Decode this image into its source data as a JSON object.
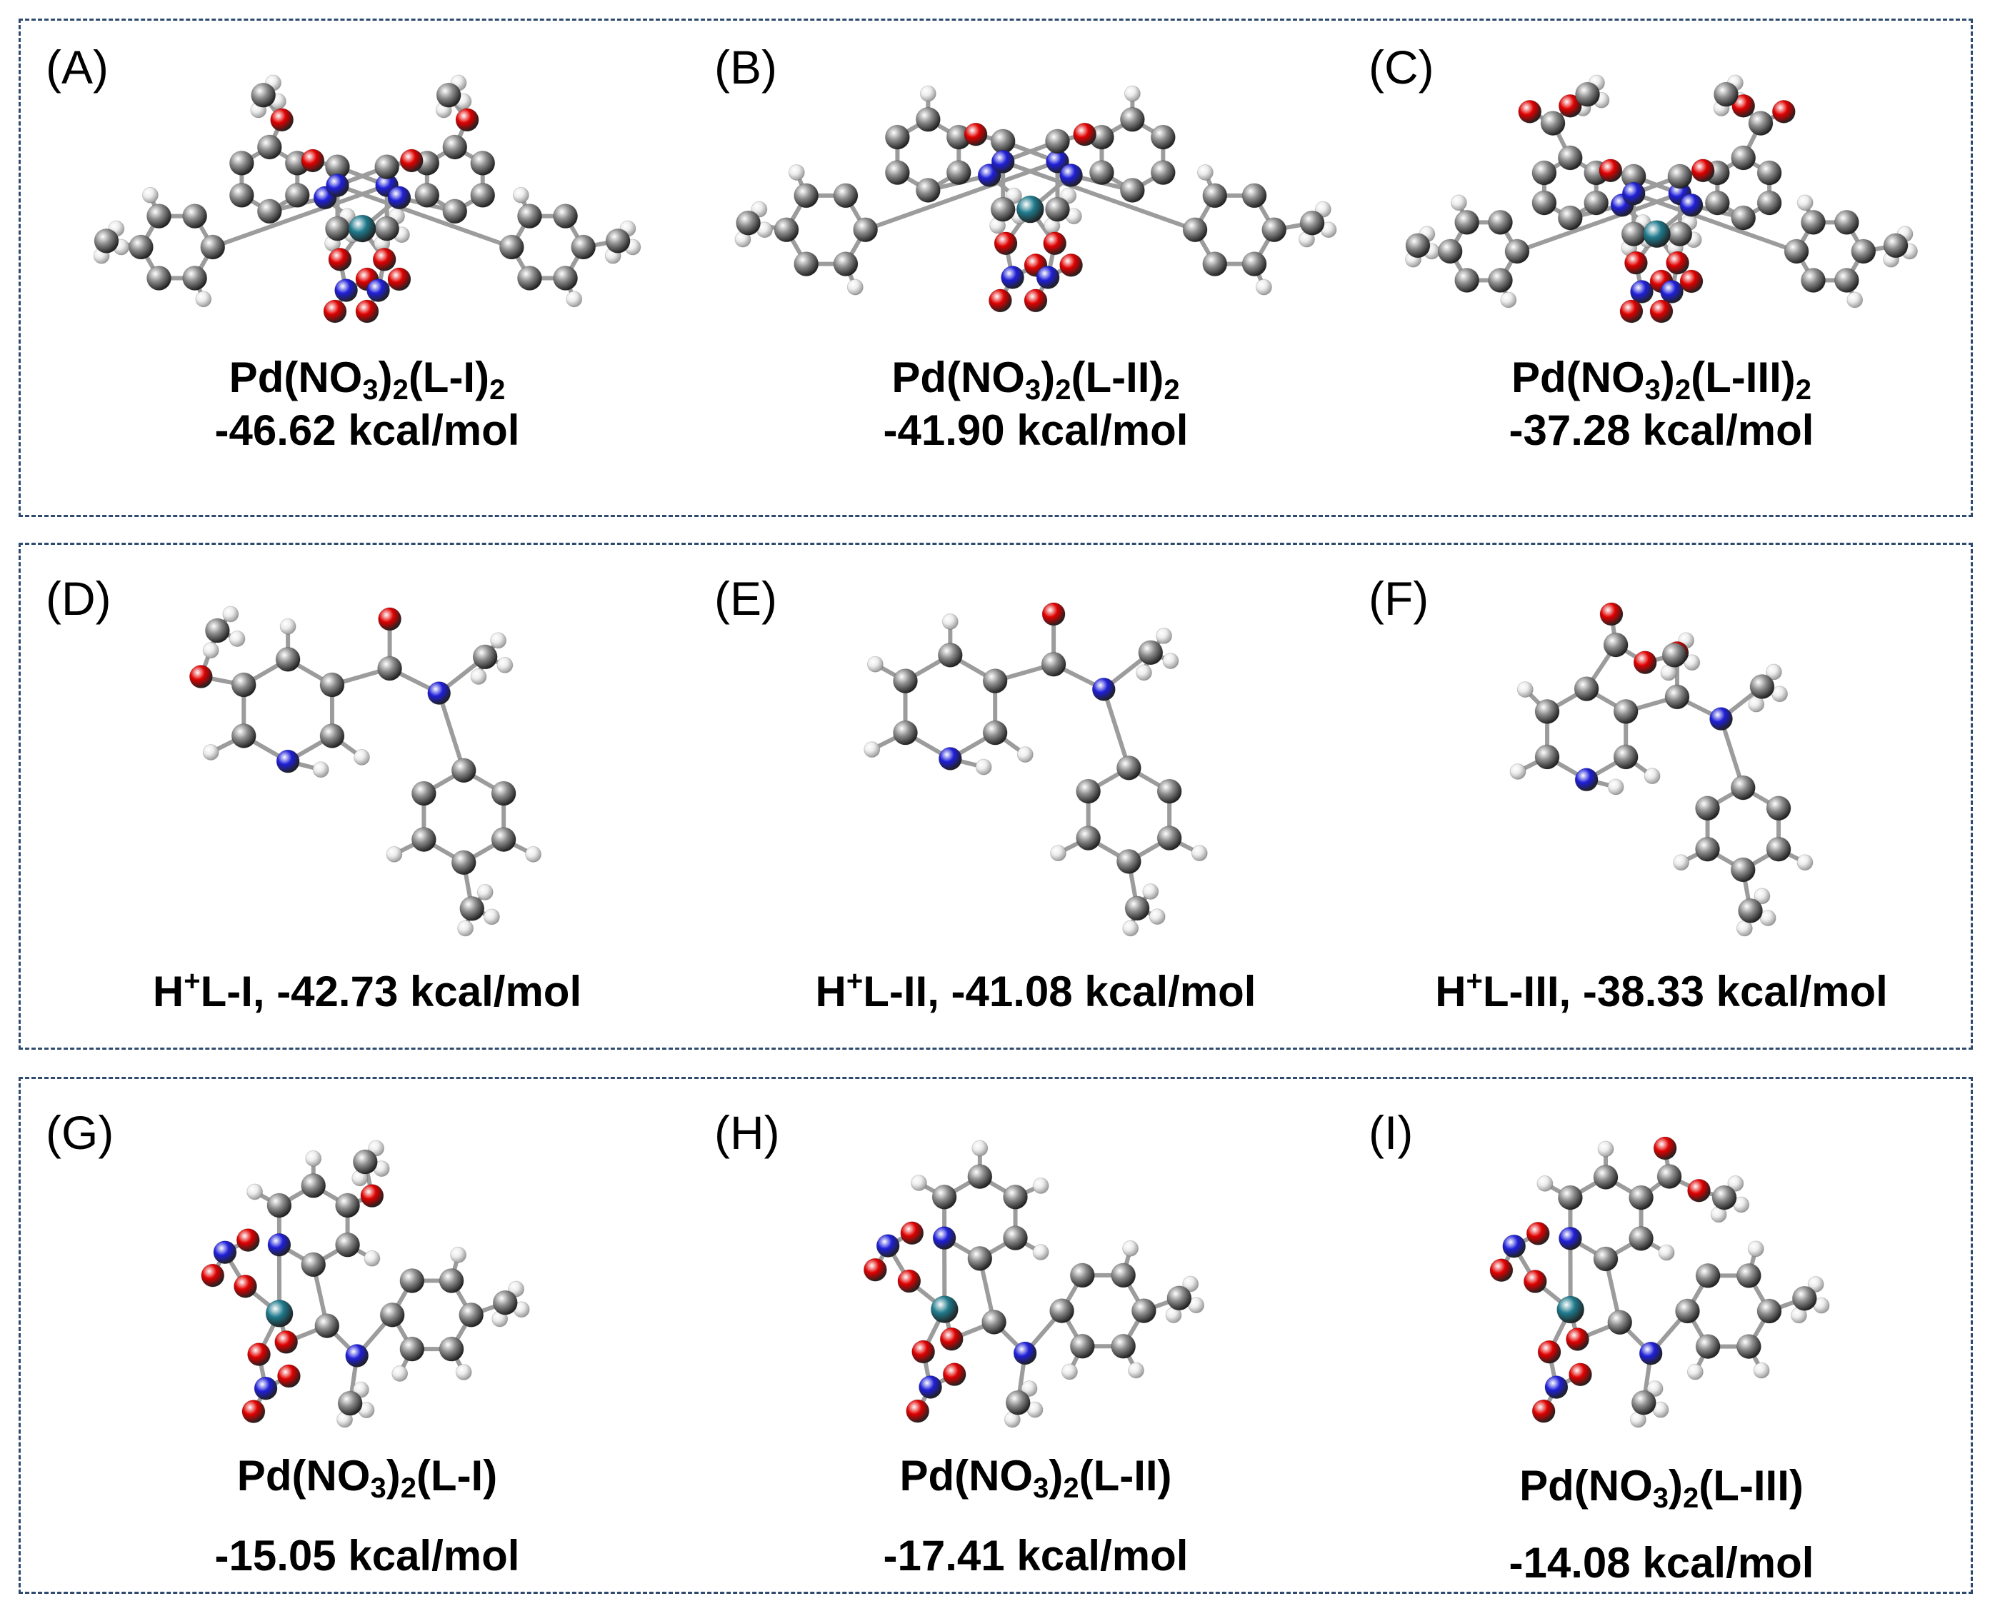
{
  "colors": {
    "border": "#2e4a6e",
    "carbon": "#8c8c8c",
    "hydrogen": "#ececec",
    "nitrogen": "#1f1fd9",
    "oxygen": "#e00000",
    "palladium": "#1f7a8c"
  },
  "panels": {
    "A": {
      "letter": "(A)",
      "formula": {
        "pre": "Pd(NO",
        "sub1": "3",
        "mid": ")",
        "sub2": "2",
        "post": "(L-I)",
        "sub3": "2"
      },
      "energy": "-46.62 kcal/mol"
    },
    "B": {
      "letter": "(B)",
      "formula": {
        "pre": "Pd(NO",
        "sub1": "3",
        "mid": ")",
        "sub2": "2",
        "post": "(L-II)",
        "sub3": "2"
      },
      "energy": "-41.90 kcal/mol"
    },
    "C": {
      "letter": "(C)",
      "formula": {
        "pre": "Pd(NO",
        "sub1": "3",
        "mid": ")",
        "sub2": "2",
        "post": "(L-III)",
        "sub3": "2"
      },
      "energy": "-37.28 kcal/mol"
    },
    "D": {
      "letter": "(D)",
      "cap": {
        "pre": "H",
        "sup": "+",
        "post": "L-I, -42.73 kcal/mol"
      }
    },
    "E": {
      "letter": "(E)",
      "cap": {
        "pre": "H",
        "sup": "+",
        "post": "L-II, -41.08 kcal/mol"
      }
    },
    "F": {
      "letter": "(F)",
      "cap": {
        "pre": "H",
        "sup": "+",
        "post": "L-III, -38.33 kcal/mol"
      }
    },
    "G": {
      "letter": "(G)",
      "formula": {
        "pre": "Pd(NO",
        "sub1": "3",
        "mid": ")",
        "sub2": "2",
        "post": "(L-I)"
      },
      "energy": "-15.05 kcal/mol"
    },
    "H": {
      "letter": "(H)",
      "formula": {
        "pre": "Pd(NO",
        "sub1": "3",
        "mid": ")",
        "sub2": "2",
        "post": "(L-II)"
      },
      "energy": "-17.41 kcal/mol"
    },
    "I": {
      "letter": "(I)",
      "formula": {
        "pre": "Pd(NO",
        "sub1": "3",
        "mid": ")",
        "sub2": "2",
        "post": "(L-III)"
      },
      "energy": "-14.08 kcal/mol"
    }
  }
}
